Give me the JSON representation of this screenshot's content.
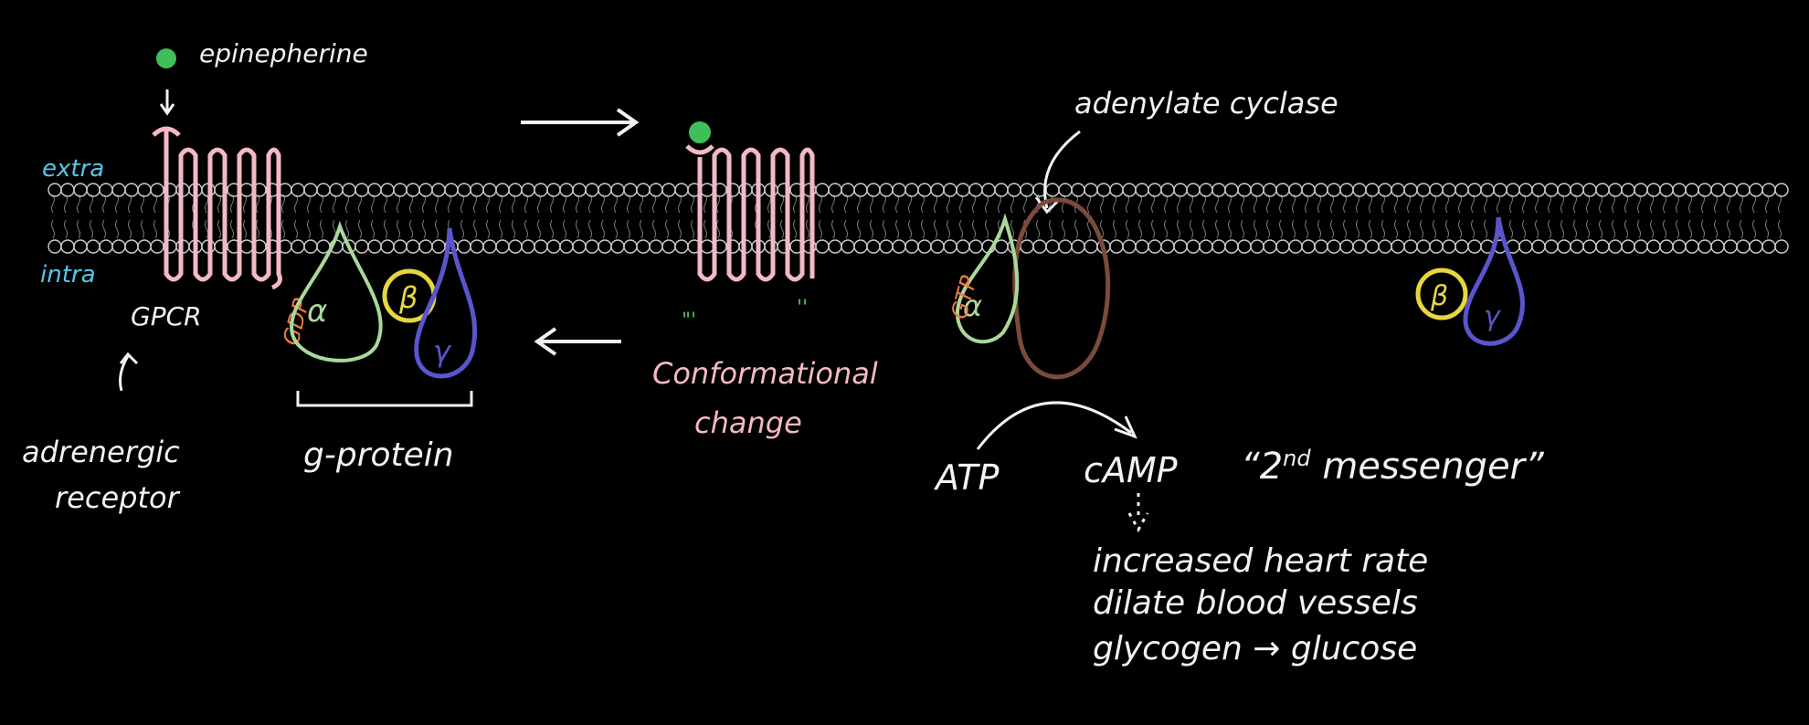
{
  "colors": {
    "background": "#000000",
    "membrane": "#cfcfcf",
    "receptor": "#f3b9c4",
    "ligand": "#3fbf5a",
    "alpha": "#a9d99a",
    "beta": "#e6d640",
    "gamma": "#5a55cc",
    "cyclase": "#7a4a3a",
    "label_white": "#f2f2f2",
    "label_cyan": "#55c6e6",
    "label_orange": "#f07a3a",
    "label_pink": "#f3b9c4"
  },
  "labels": {
    "epinephrine": "epinepherine",
    "extra": "extra",
    "intra": "intra",
    "gpcr": "GPCR",
    "adrenergic_1": "adrenergic",
    "adrenergic_2": "receptor",
    "gdp": "GDP",
    "alpha_symbol": "α",
    "beta_symbol": "β",
    "gamma_symbol": "γ",
    "gprotein": "g-protein",
    "conformational_1": "Conformational",
    "conformational_2": "change",
    "adenylate_cyclase": "adenylate cyclase",
    "gtp": "GTP",
    "atp": "ATP",
    "camp": "cAMP",
    "second_messenger_open": "“2",
    "second_messenger_sup": "nd",
    "second_messenger_rest": " messenger”",
    "effect_1": "increased heart rate",
    "effect_2": "dilate blood vessels",
    "effect_3": "glycogen → glucose"
  }
}
